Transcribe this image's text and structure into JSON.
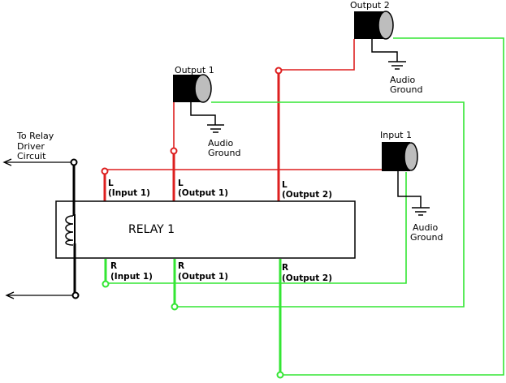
{
  "colors": {
    "red": "#dd1f1f",
    "green": "#33e633",
    "black": "#000000",
    "jack_body": "#000000",
    "jack_cap": "#bdbdbd"
  },
  "relay": {
    "label": "RELAY 1"
  },
  "driver": {
    "line1": "To Relay",
    "line2": "Driver",
    "line3": "Circuit"
  },
  "jacks": {
    "output1": {
      "label": "Output 1",
      "icon": "audio-jack-icon"
    },
    "output2": {
      "label": "Output 2",
      "icon": "audio-jack-icon"
    },
    "input1": {
      "label": "Input 1",
      "icon": "audio-jack-icon"
    }
  },
  "grounds": {
    "output1": {
      "line1": "Audio",
      "line2": "Ground"
    },
    "output2": {
      "line1": "Audio",
      "line2": "Ground"
    },
    "input1": {
      "line1": "Audio",
      "line2": "Ground"
    }
  },
  "pins": {
    "L_in1": {
      "channel": "L",
      "name": "(Input 1)"
    },
    "L_out1": {
      "channel": "L",
      "name": "(Output 1)"
    },
    "L_out2": {
      "channel": "L",
      "name": "(Output 2)"
    },
    "R_in1": {
      "channel": "R",
      "name": "(Input 1)"
    },
    "R_out1": {
      "channel": "R",
      "name": "(Output 1)"
    },
    "R_out2": {
      "channel": "R",
      "name": "(Output 2)"
    }
  }
}
